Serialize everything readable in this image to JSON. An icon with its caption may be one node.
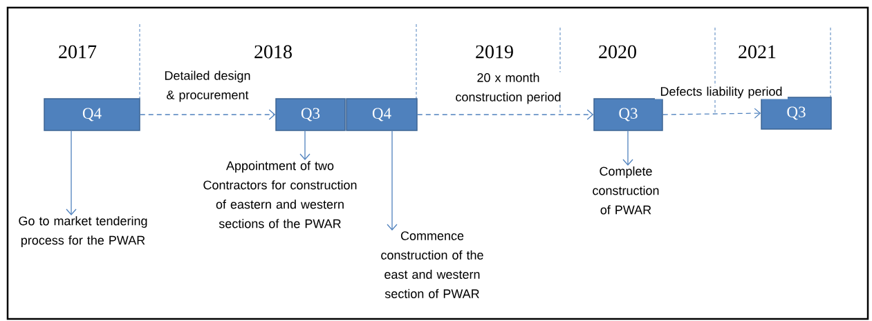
{
  "diagram": {
    "nodes": [
      {
        "text": [
          "Q4"
        ]
      },
      {
        "text": [
          "Q3"
        ]
      },
      {
        "text": [
          "Q4"
        ]
      },
      {
        "text": [
          "Q3"
        ]
      },
      {
        "text": [
          "Q3"
        ]
      },
      {
        "text": [
          "Go to market tendering process for the PWAR"
        ]
      },
      {
        "text": [
          "Appointment of two Contractors for construction of eastern and western sections of the PWAR"
        ]
      },
      {
        "text": [
          "Commence construction of the east and western section of PWAR"
        ]
      },
      {
        "text": [
          "Complete construction of PWAR"
        ]
      }
    ],
    "edges": [
      {
        "from": 0,
        "to": 1,
        "arrow": "to",
        "style": "dashed",
        "label": "Detailed design & procurement"
      },
      {
        "from": 2,
        "to": 3,
        "arrow": "to",
        "style": "dashed",
        "label": "20 x month construction period"
      },
      {
        "from": 3,
        "to": 4,
        "arrow": "to",
        "style": "dashed",
        "label": "Defects liability period"
      },
      {
        "from": 0,
        "to": 5,
        "arrow": "to"
      },
      {
        "from": 1,
        "to": 6,
        "arrow": "to"
      },
      {
        "from": 2,
        "to": 7,
        "arrow": "to"
      },
      {
        "from": 3,
        "to": 8,
        "arrow": "to"
      }
    ],
    "labels": [
      "2017",
      "2018",
      "2019",
      "2020",
      "2021"
    ]
  }
}
